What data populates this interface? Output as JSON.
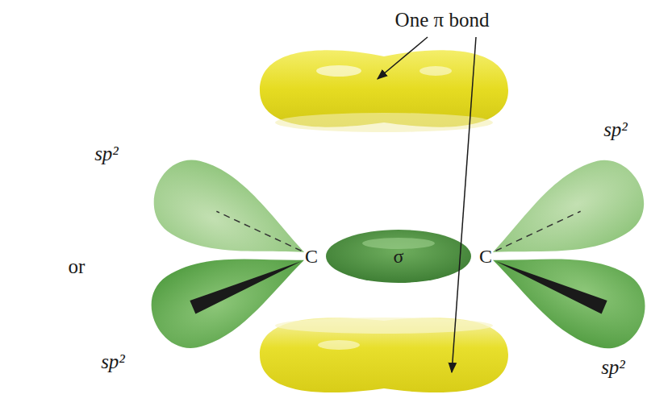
{
  "diagram": {
    "labels": [
      "One π bond",
      "or",
      "sp²",
      "sp²",
      "sp²",
      "sp²",
      "C",
      "C",
      "σ"
    ]
  }
}
